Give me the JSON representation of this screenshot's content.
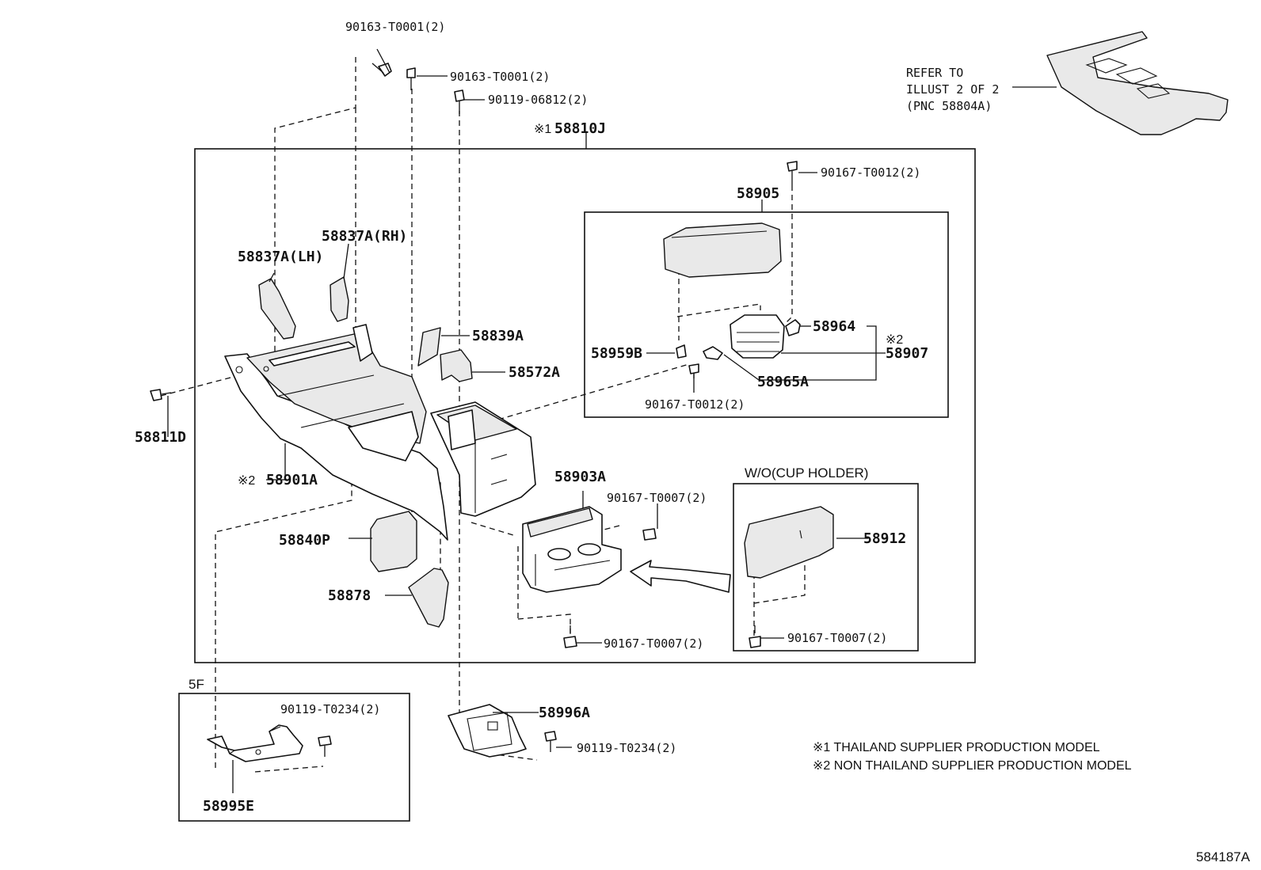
{
  "labels": {
    "bolt_90163_a": "90163-T0001(2)",
    "bolt_90163_b": "90163-T0001(2)",
    "bolt_90119_06812": "90119-06812(2)",
    "assy_58810j": "58810J",
    "assy_58810j_mark": "※1",
    "bolt_90167_t0012_top": "90167-T0012(2)",
    "p58905": "58905",
    "p58837a_rh": "58837A(RH)",
    "p58837a_lh": "58837A(LH)",
    "p58839a": "58839A",
    "p58572a": "58572A",
    "p58964": "58964",
    "p58907_mark": "※2",
    "p58907": "58907",
    "p58959b": "58959B",
    "p58965a": "58965A",
    "bolt_90167_t0012_bottom": "90167-T0012(2)",
    "p58811d": "58811D",
    "p58901a_mark": "※2",
    "p58901a": "58901A",
    "p58903a": "58903A",
    "wo_cup_holder": "W/O(CUP HOLDER)",
    "bolt_90167_t0007_a": "90167-T0007(2)",
    "p58912": "58912",
    "p58840p": "58840P",
    "p58878": "58878",
    "bolt_90167_t0007_b": "90167-T0007(2)",
    "bolt_90167_t0007_c": "90167-T0007(2)",
    "label_5f": "5F",
    "bolt_90119_t0234_a": "90119-T0234(2)",
    "p58995e": "58995E",
    "p58996a": "58996A",
    "bolt_90119_t0234_b": "90119-T0234(2)",
    "refer_line1": "REFER TO",
    "refer_line2": "ILLUST 2 OF 2",
    "refer_line3": "(PNC 58804A)",
    "note1": "※1  THAILAND SUPPLIER PRODUCTION MODEL",
    "note2": "※2  NON THAILAND SUPPLIER PRODUCTION MODEL",
    "illustration_id": "584187A"
  }
}
